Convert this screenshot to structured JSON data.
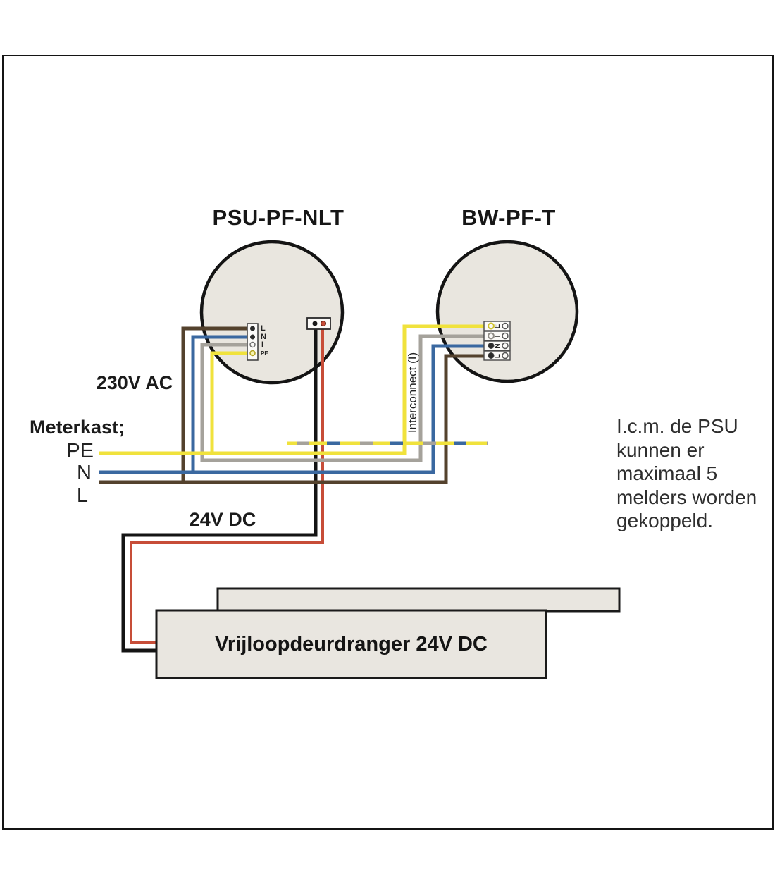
{
  "diagram": {
    "psu": {
      "title": "PSU-PF-NLT",
      "terminals": [
        "L",
        "N",
        "I",
        "PE"
      ]
    },
    "bw": {
      "title": "BW-PF-T",
      "terminals": [
        "E",
        "I",
        "N",
        "L"
      ]
    },
    "meterkast": {
      "label": "Meterkast;",
      "lines": [
        "PE",
        "N",
        "L"
      ]
    },
    "labels": {
      "ac": "230V AC",
      "dc": "24V DC",
      "interconnect": "Interconnect (I)",
      "door_closer": "Vrijloopdeurdranger 24V DC"
    },
    "note": {
      "lines": [
        "I.c.m. de PSU",
        "kunnen er",
        "maximaal 5",
        "melders worden",
        "gekoppeld."
      ]
    },
    "colors": {
      "yellow": "#f0e23c",
      "blue": "#3a68a0",
      "gray": "#a5a29b",
      "brown": "#54422d",
      "red": "#c74d38",
      "black": "#141414",
      "device_fill": "#e9e6df",
      "box_fill": "#e9e6e0",
      "terminal_fill": "#fbfaf8"
    }
  }
}
